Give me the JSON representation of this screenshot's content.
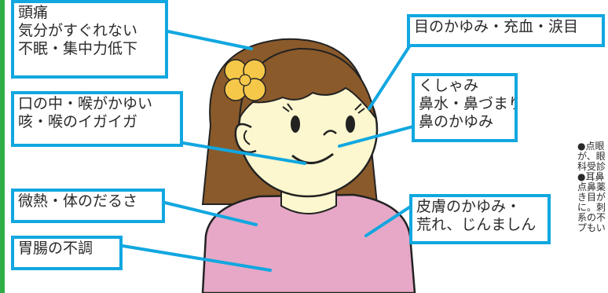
{
  "labels": {
    "headache": [
      "頭痛",
      "気分がすぐれない",
      "不眠・集中力低下"
    ],
    "mouth_throat": [
      "口の中・喉がかゆい",
      "咳・喉のイガイガ"
    ],
    "fever": [
      "微熱・体のだるさ"
    ],
    "stomach": [
      "胃腸の不調"
    ],
    "eyes": [
      "目のかゆみ・充血・涙目"
    ],
    "nose": [
      "くしゃみ",
      "鼻水・鼻づまり",
      "鼻のかゆみ"
    ],
    "skin": [
      "皮膚のかゆみ・",
      "荒れ、じんましん"
    ]
  },
  "side_note": {
    "lines": [
      "●点眼",
      "が、眼",
      "科受診",
      "●耳鼻",
      "点鼻薬",
      "き目が",
      "に。刺",
      "系の不",
      "プもい"
    ]
  },
  "colors": {
    "frame_blue": "#11a7e0",
    "accent_green": "#2fae45",
    "hair": "#8a5a2b",
    "skin": "#fcf7cf",
    "shirt": "#e6a8c6",
    "flower": "#f6c84a"
  }
}
